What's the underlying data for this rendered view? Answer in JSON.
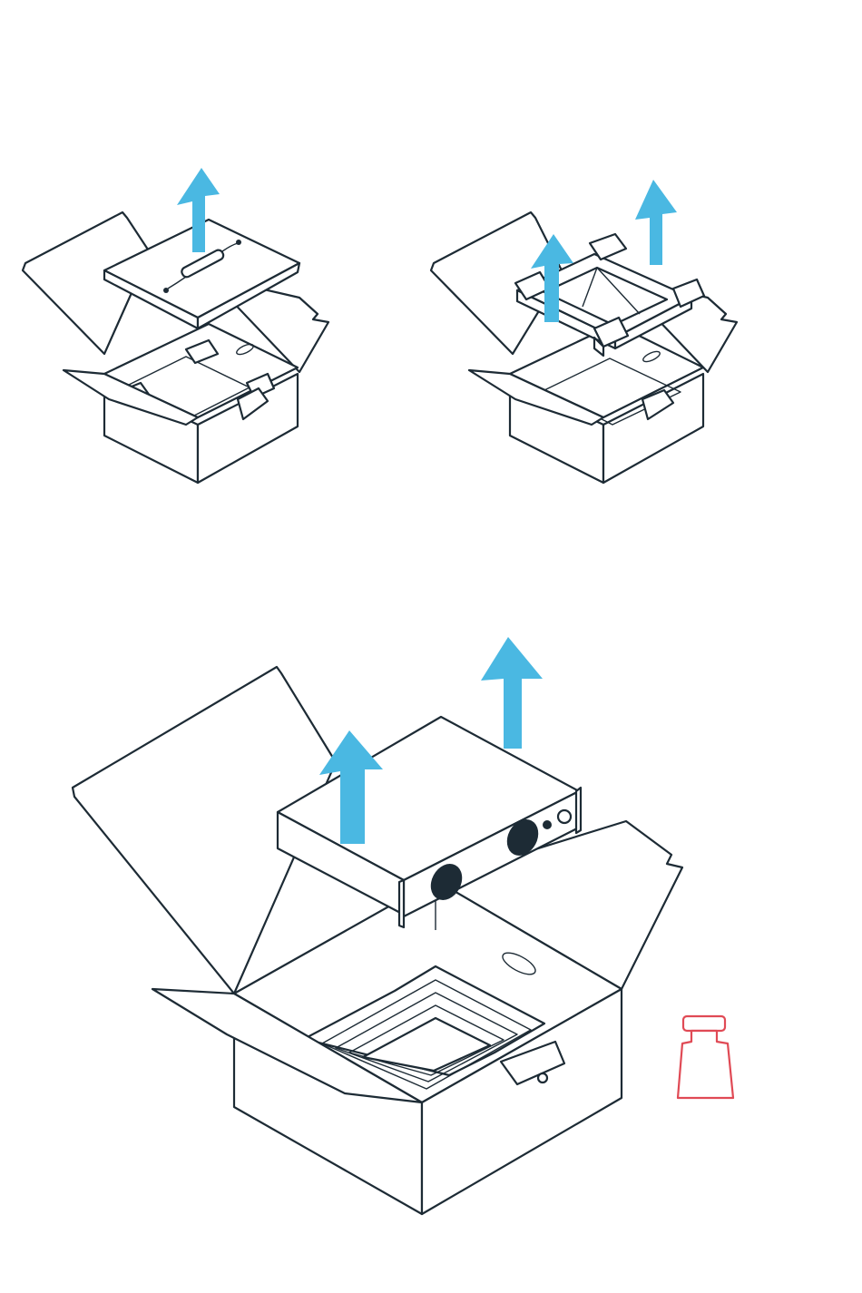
{
  "steps": [
    {
      "id": "step-1",
      "action": "lift-accessory-tray",
      "arrow_count": 1
    },
    {
      "id": "step-2",
      "action": "lift-foam-insert",
      "arrow_count": 2
    },
    {
      "id": "step-3",
      "action": "lift-device",
      "arrow_count": 2
    }
  ],
  "icons": {
    "arrow": "up-arrow-icon",
    "weight": "heavy-weight-icon"
  },
  "colors": {
    "line": "#1d2b35",
    "arrow": "#4ab8e2",
    "weight_warning": "#e04a55",
    "background": "#ffffff"
  }
}
